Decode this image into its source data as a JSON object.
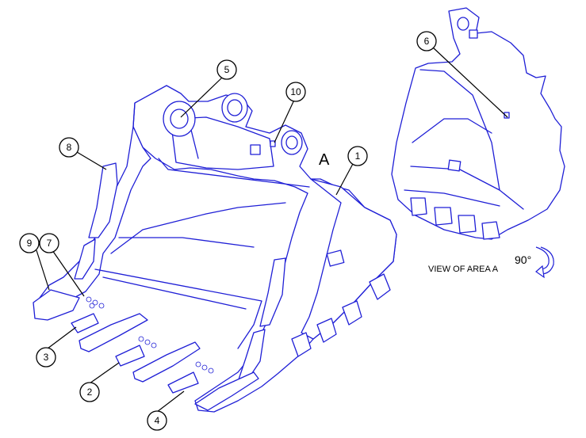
{
  "callouts": [
    {
      "id": "1",
      "label": "1"
    },
    {
      "id": "2",
      "label": "2"
    },
    {
      "id": "3",
      "label": "3"
    },
    {
      "id": "4",
      "label": "4"
    },
    {
      "id": "5",
      "label": "5"
    },
    {
      "id": "6",
      "label": "6"
    },
    {
      "id": "7",
      "label": "7"
    },
    {
      "id": "8",
      "label": "8"
    },
    {
      "id": "9",
      "label": "9"
    },
    {
      "id": "10",
      "label": "10"
    }
  ],
  "area_marker": "A",
  "view_label": "VIEW OF AREA A",
  "rotation_label": "90°",
  "colors": {
    "line": "#1f1fd6",
    "callout": "#000000",
    "background": "#ffffff"
  },
  "icons": {
    "rotation": "rotate-arrow-icon"
  }
}
